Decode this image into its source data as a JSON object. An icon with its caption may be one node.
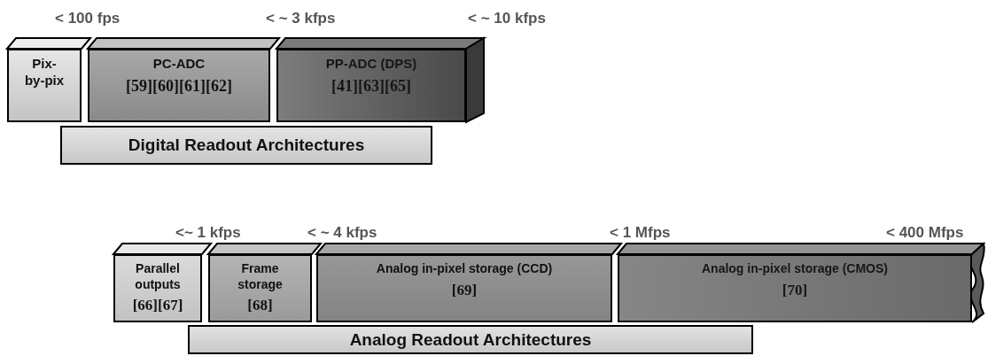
{
  "diagram": {
    "nodes": [
      {
        "text": [
          "Pix- by-pix"
        ]
      },
      {
        "text": [
          "PC-ADC",
          "[59][60][61][62]"
        ]
      },
      {
        "text": [
          "PP-ADC (DPS)",
          "[41][63][65]"
        ]
      },
      {
        "text": [
          "Digital Readout Architectures"
        ]
      },
      {
        "text": [
          "Parallel outputs",
          "[66][67]"
        ]
      },
      {
        "text": [
          "Frame storage",
          "[68]"
        ]
      },
      {
        "text": [
          "Analog in-pixel storage (CCD)",
          "[69]"
        ]
      },
      {
        "text": [
          "Analog in-pixel storage (CMOS)",
          "[70]"
        ]
      },
      {
        "text": [
          "Analog Readout Architectures"
        ]
      }
    ],
    "labels": [
      "< 100 fps",
      "< ~ 3 kfps",
      "< ~ 10 kfps",
      "<~ 1 kfps",
      "< ~ 4 kfps",
      "< 1 Mfps",
      "< 400 Mfps"
    ]
  }
}
